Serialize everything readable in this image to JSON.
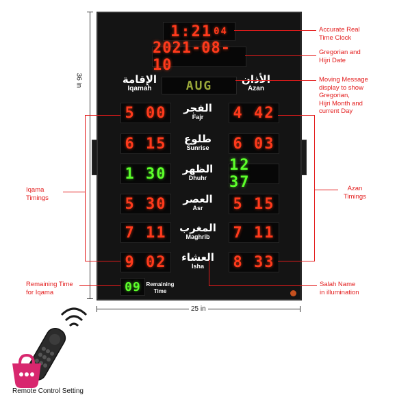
{
  "clock": {
    "time": "1:21",
    "seconds": "04"
  },
  "date": "2021-08-10",
  "message": "AUG",
  "headers": {
    "iqamah_ar": "الإقامة",
    "iqamah_en": "Iqamah",
    "azan_ar": "الأذان",
    "azan_en": "Azan"
  },
  "prayers": [
    {
      "ar": "الفجر",
      "en": "Fajr",
      "iqamah": "5 00",
      "azan": "4 42",
      "color": "red"
    },
    {
      "ar": "طلوع",
      "en": "Sunrise",
      "iqamah": "6 15",
      "azan": "6 03",
      "color": "red"
    },
    {
      "ar": "الظهر",
      "en": "Dhuhr",
      "iqamah": "1 30",
      "azan": "12 37",
      "color": "green"
    },
    {
      "ar": "العصر",
      "en": "Asr",
      "iqamah": "5 30",
      "azan": "5 15",
      "color": "red"
    },
    {
      "ar": "المغرب",
      "en": "Maghrib",
      "iqamah": "7 11",
      "azan": "7 11",
      "color": "red"
    },
    {
      "ar": "العشاء",
      "en": "Isha",
      "iqamah": "9 02",
      "azan": "8 33",
      "color": "red"
    }
  ],
  "remaining": {
    "value": "09",
    "label1": "Remaining",
    "label2": "Time"
  },
  "annotations": {
    "clock": [
      "Accurate Real",
      "Time Clock"
    ],
    "date": [
      "Gregorian and",
      "Hijri Date"
    ],
    "message": [
      "Moving Message",
      "display to show",
      "Gregorian,",
      "Hijri Month and",
      "current Day"
    ],
    "iqama": [
      "Iqama",
      "Timings"
    ],
    "azan": [
      "Azan",
      "Timings"
    ],
    "remaining": [
      "Remaining Time",
      "for Iqama"
    ],
    "salah": [
      "Salah Name",
      "in illumination"
    ]
  },
  "dimensions": {
    "height": "36 in",
    "width": "25 in"
  },
  "remote_label": "Remote Control Setting",
  "colors": {
    "red_led": "#ff3a1c",
    "green_led": "#5cff2a",
    "annotation": "#e31b1b",
    "board": "#141414"
  }
}
